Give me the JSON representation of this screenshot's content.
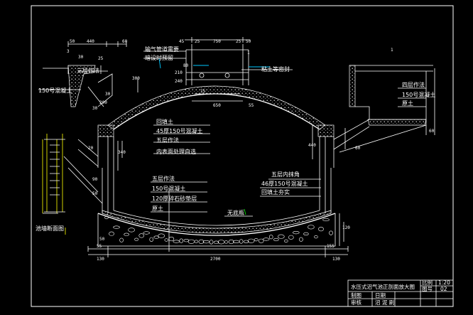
{
  "labels": {
    "pipe_note_1": "输气管道需要",
    "pipe_note_2": "暗设时预留",
    "clay_seal": "粘土等密封",
    "three_layer": "三层作法",
    "concrete_150_left": "150号混凝土",
    "four_layer": "四层作法",
    "concrete_150_right": "150号混凝土",
    "plain_soil_right": "原土",
    "backfill": "回填土",
    "c45_150": "45厚150号混凝土",
    "five_layer_top": "五层作法",
    "inner_surface": "内表面处理自选",
    "five_layer_lower": "五层作法",
    "concrete_150_lower": "150号混凝土",
    "sand_gravel_120": "120厚碎石砂垫层",
    "plain_soil_lower": "原土",
    "five_inner_corner": "五层内抹角",
    "c46_150": "46厚150号混凝土",
    "backfill_tamp": "回填土夯实",
    "no_bottom": "无底瓶",
    "pool_wall_section": "池墙断面图"
  },
  "dims": {
    "d50": "50",
    "d440": "440",
    "d60": "60",
    "d25a": "25",
    "d3a": "3",
    "d30a": "30",
    "d45a": "45",
    "d25b": "25",
    "d750": "750",
    "d25c": "25",
    "d50b": "50",
    "d1": "1",
    "d300": "300",
    "d210": "210",
    "d240": "240",
    "d80": "80",
    "d15": "15",
    "d650": "650",
    "d55": "55",
    "d1b": "1",
    "d440b": "440",
    "d340": "340",
    "d60b": "60",
    "d20": "20",
    "d50c": "50",
    "d90": "90",
    "d55b": "55",
    "d50d": "50",
    "d155": "155",
    "d120": "120",
    "d130a": "130",
    "d2700": "2700",
    "d130b": "130",
    "d60c": "60",
    "d30b": "30",
    "d200": "200",
    "d30c": "30"
  },
  "title_block": {
    "title": "水压式沼气池正剖面放大图",
    "scale_label": "比例",
    "scale_value": "1:20",
    "sheet_label": "图号",
    "sheet_value": "02",
    "drawn_label": "制图",
    "date_label": "日期",
    "check_label": "审核",
    "check_value": "沼 泥 刷"
  }
}
